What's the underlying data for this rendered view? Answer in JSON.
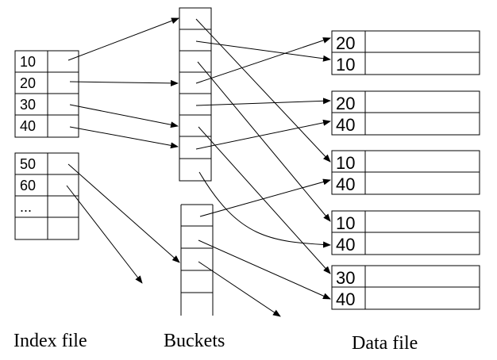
{
  "captions": {
    "index": "Index file",
    "buckets": "Buckets",
    "data": "Data file"
  },
  "index_blocks": [
    [
      "10",
      "20",
      "30",
      "40"
    ],
    [
      "50",
      "60",
      "...",
      ""
    ]
  ],
  "data_blocks": [
    [
      "20",
      "10"
    ],
    [
      "20",
      "40"
    ],
    [
      "10",
      "40"
    ],
    [
      "10",
      "40"
    ],
    [
      "30",
      "40"
    ]
  ],
  "colors": {
    "line": "#000000",
    "background": "#ffffff"
  }
}
